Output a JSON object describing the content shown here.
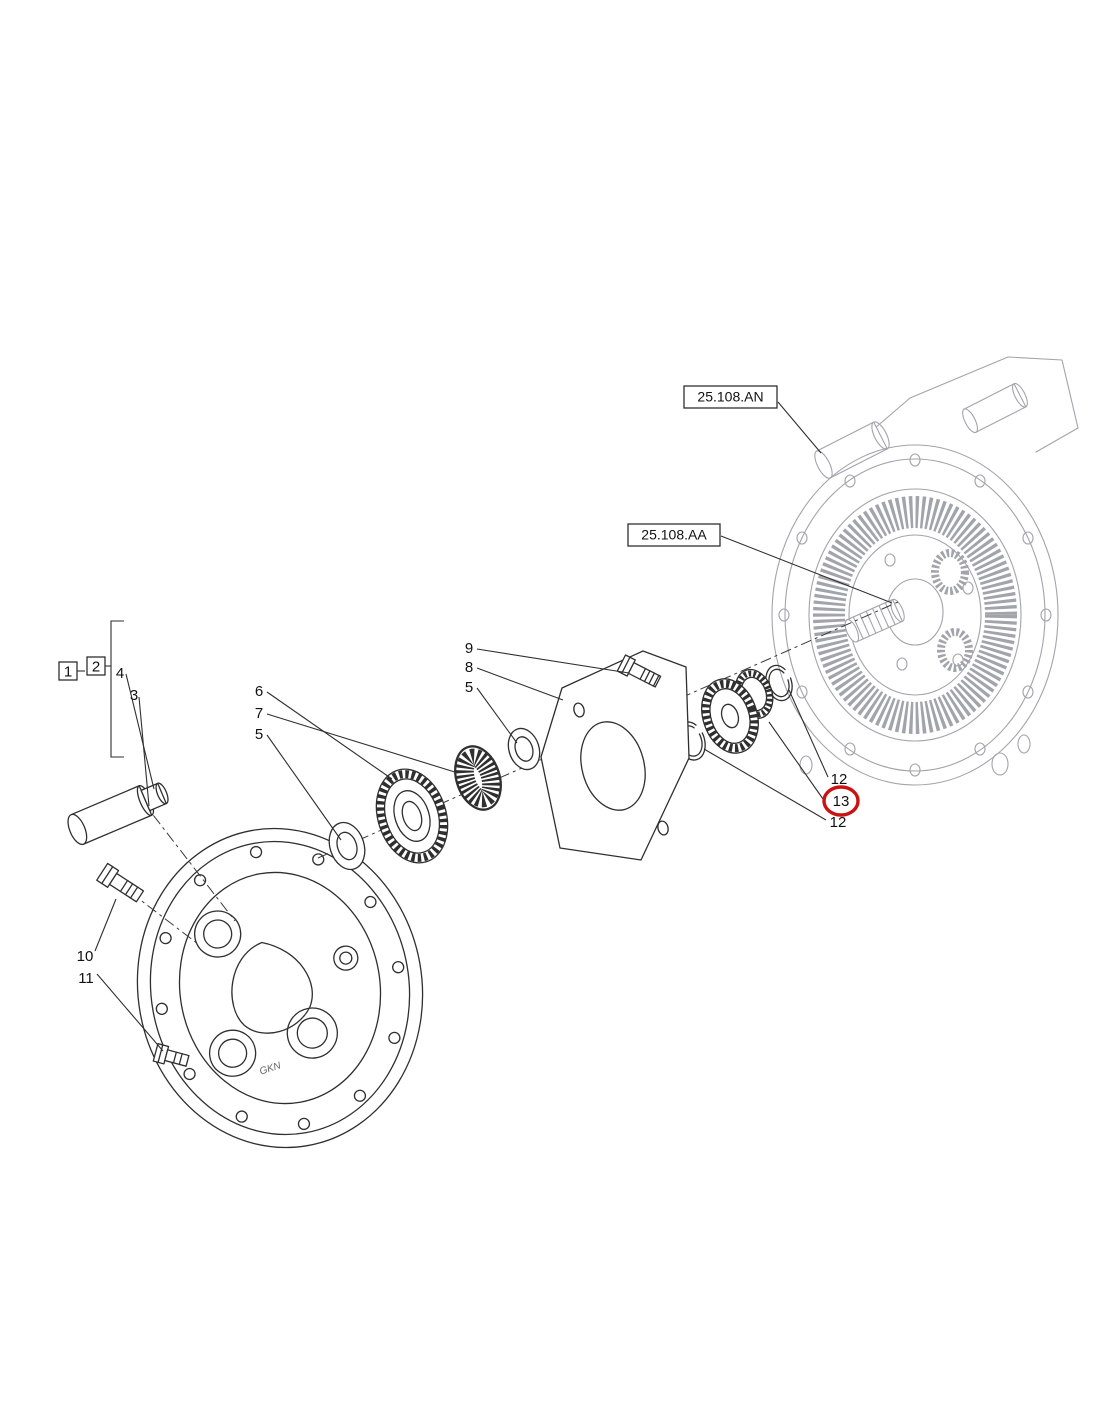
{
  "colors": {
    "line": "#2f2f2f",
    "faint_line": "#a3a3ab",
    "highlight": "#cc1111",
    "text": "#111111",
    "background": "#ffffff"
  },
  "ref_labels": {
    "an": "25.108.AN",
    "aa": "25.108.AA"
  },
  "callouts": {
    "n1": "1",
    "n2": "2",
    "n3": "3",
    "n4": "4",
    "n5a": "5",
    "n5b": "5",
    "n6": "6",
    "n7": "7",
    "n8": "8",
    "n9": "9",
    "n10": "10",
    "n11": "11",
    "n12a": "12",
    "n12b": "12",
    "n13": "13"
  },
  "stamp": "GKN"
}
